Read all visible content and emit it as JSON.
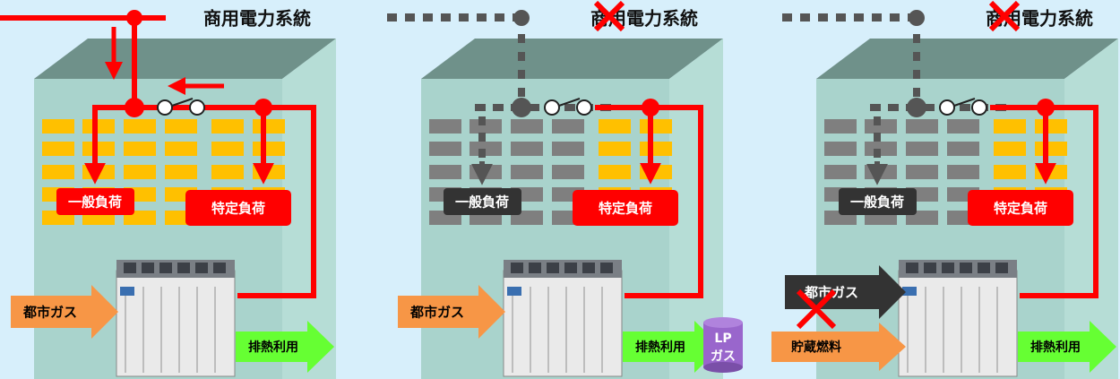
{
  "panels": [
    {
      "id": "normal",
      "grid_label": "商用電力系統",
      "grid_failed": false,
      "general_load_label": "一般負荷",
      "general_load_powered": true,
      "specific_load_label": "特定負荷",
      "fuel_label": "都市ガス",
      "fuel_failed": false,
      "exhaust_label": "排熱利用"
    },
    {
      "id": "outage",
      "grid_label": "商用電力系統",
      "grid_failed": true,
      "general_load_label": "一般負荷",
      "general_load_powered": false,
      "specific_load_label": "特定負荷",
      "fuel_label": "都市ガス",
      "fuel_failed": false,
      "exhaust_label": "排熱利用"
    },
    {
      "id": "outage-gas-cut",
      "grid_label": "商用電力系統",
      "grid_failed": true,
      "general_load_label": "一般負荷",
      "general_load_powered": false,
      "specific_load_label": "特定負荷",
      "fuel_label": "都市ガス",
      "fuel_failed": true,
      "backup_tank_label": "LP\nガス",
      "backup_fuel_label": "貯蔵燃料",
      "exhaust_label": "排熱利用"
    }
  ],
  "colors": {
    "power": "#ff0000",
    "off": "#555555",
    "load_active": "#ffc000",
    "load_inactive": "#7f7f7f",
    "fuel_arrow": "#f79646",
    "exhaust_arrow": "#66ff33",
    "building_front": "#a9d3cc",
    "building_top": "#6f918a",
    "building_side": "#b6ddd6",
    "tank": "#9966cc"
  }
}
